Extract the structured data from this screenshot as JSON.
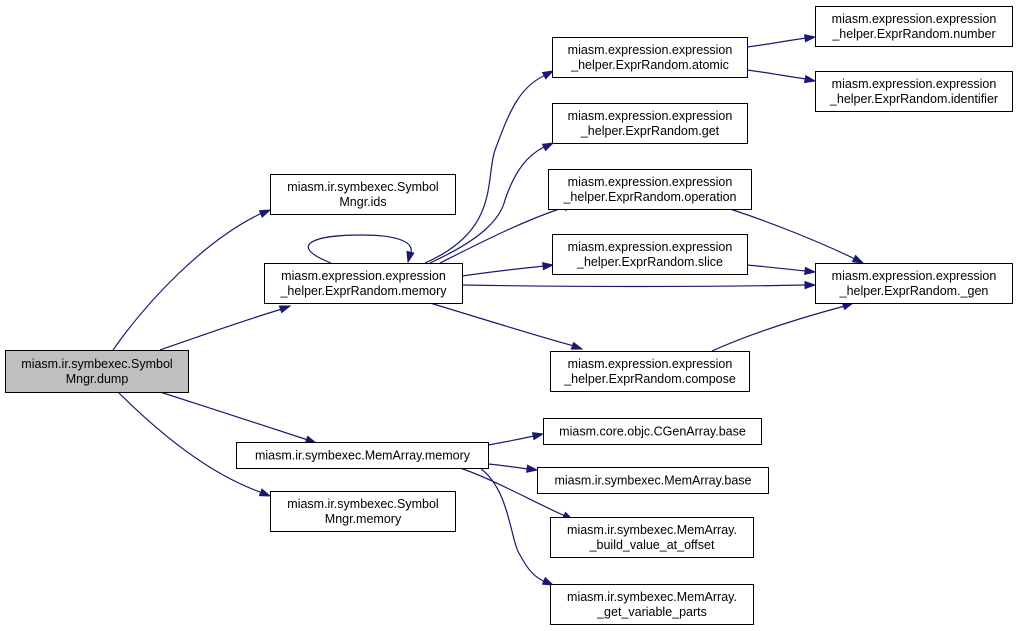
{
  "colors": {
    "edge": "#191970",
    "node_fill": "#ffffff",
    "root_fill": "#bfbfbf",
    "border": "#000000"
  },
  "nodes": {
    "dump": {
      "lines": [
        "miasm.ir.symbexec.Symbol",
        "Mngr.dump"
      ]
    },
    "sm_ids": {
      "lines": [
        "miasm.ir.symbexec.Symbol",
        "Mngr.ids"
      ]
    },
    "er_memory": {
      "lines": [
        "miasm.expression.expression",
        "_helper.ExprRandom.memory"
      ]
    },
    "ma_memory": {
      "lines": [
        "miasm.ir.symbexec.MemArray.memory"
      ]
    },
    "sm_memory": {
      "lines": [
        "miasm.ir.symbexec.Symbol",
        "Mngr.memory"
      ]
    },
    "er_atomic": {
      "lines": [
        "miasm.expression.expression",
        "_helper.ExprRandom.atomic"
      ]
    },
    "er_get": {
      "lines": [
        "miasm.expression.expression",
        "_helper.ExprRandom.get"
      ]
    },
    "er_operation": {
      "lines": [
        "miasm.expression.expression",
        "_helper.ExprRandom.operation"
      ]
    },
    "er_slice": {
      "lines": [
        "miasm.expression.expression",
        "_helper.ExprRandom.slice"
      ]
    },
    "er_compose": {
      "lines": [
        "miasm.expression.expression",
        "_helper.ExprRandom.compose"
      ]
    },
    "er_number": {
      "lines": [
        "miasm.expression.expression",
        "_helper.ExprRandom.number"
      ]
    },
    "er_identifier": {
      "lines": [
        "miasm.expression.expression",
        "_helper.ExprRandom.identifier"
      ]
    },
    "er_gen": {
      "lines": [
        "miasm.expression.expression",
        "_helper.ExprRandom._gen"
      ]
    },
    "cg_base": {
      "lines": [
        "miasm.core.objc.CGenArray.base"
      ]
    },
    "ma_base": {
      "lines": [
        "miasm.ir.symbexec.MemArray.base"
      ]
    },
    "ma_build": {
      "lines": [
        "miasm.ir.symbexec.MemArray.",
        "_build_value_at_offset"
      ]
    },
    "ma_getvar": {
      "lines": [
        "miasm.ir.symbexec.MemArray.",
        "_get_variable_parts"
      ]
    }
  },
  "edges": [
    [
      "dump",
      "sm_ids"
    ],
    [
      "dump",
      "er_memory"
    ],
    [
      "dump",
      "ma_memory"
    ],
    [
      "dump",
      "sm_memory"
    ],
    [
      "er_memory",
      "er_memory"
    ],
    [
      "er_memory",
      "er_atomic"
    ],
    [
      "er_memory",
      "er_get"
    ],
    [
      "er_memory",
      "er_operation"
    ],
    [
      "er_memory",
      "er_slice"
    ],
    [
      "er_memory",
      "er_gen"
    ],
    [
      "er_memory",
      "er_compose"
    ],
    [
      "er_atomic",
      "er_number"
    ],
    [
      "er_atomic",
      "er_identifier"
    ],
    [
      "er_operation",
      "er_gen"
    ],
    [
      "er_slice",
      "er_gen"
    ],
    [
      "er_compose",
      "er_gen"
    ],
    [
      "ma_memory",
      "cg_base"
    ],
    [
      "ma_memory",
      "ma_base"
    ],
    [
      "ma_memory",
      "ma_build"
    ],
    [
      "ma_memory",
      "ma_getvar"
    ]
  ]
}
